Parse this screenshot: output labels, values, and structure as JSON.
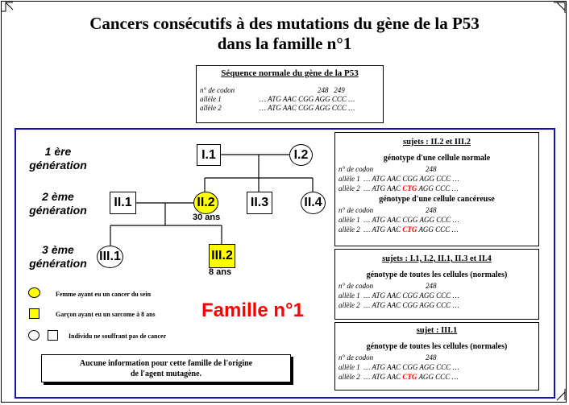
{
  "title": {
    "line1": "Cancers consécutifs à des mutations du gène de la P53",
    "line2": "dans la famille n°1"
  },
  "normal_sequence": {
    "heading": "Séquence normale du gène de la P53",
    "codon_label": "n° de codon",
    "codon_numbers": "248   249",
    "allele1_label": "allèle 1",
    "allele1_seq": "… ATG AAC CGG AGG CCC …",
    "allele2_label": "allèle 2",
    "allele2_seq": "… ATG AAC CGG AGG CCC …"
  },
  "generations": {
    "gen1": "1 ère génération",
    "gen2": "2 ème génération",
    "gen3": "3 ème génération"
  },
  "individuals": {
    "I1": "I.1",
    "I2": "I.2",
    "II1": "II.1",
    "II2": "II.2",
    "II3": "II.3",
    "II4": "II.4",
    "III1": "III.1",
    "III2": "III.2",
    "II2_age": "30 ans",
    "III2_age": "8 ans"
  },
  "legend": {
    "female_cancer": "Femme ayant eu un cancer du sein",
    "boy_sarcoma": "Garçon ayant eu un sarcome à 8 ans",
    "healthy": "Individu ne souffrant pas de cancer"
  },
  "family_label": "Famille n°1",
  "info_box": {
    "line1": "Aucune information pour cette famille de l'origine",
    "line2": "de l'agent mutagène."
  },
  "box_II2_III2": {
    "title": "sujets : II.2 et III.2",
    "normal_heading": "génotype d'une cellule normale",
    "cancer_heading": "génotype d'une cellule cancéreuse",
    "codon_label": "n° de codon",
    "codon_number": "248",
    "allele1_label": "allèle 1",
    "allele2_label": "allèle 2",
    "seq_prefix": "… ATG AAC",
    "seq_normal_codon": "CGG",
    "seq_mutant_codon": "CTG",
    "seq_suffix": "AGG CCC …"
  },
  "box_others": {
    "title": "sujets : I.1, I.2, II.1, II.3 et II.4",
    "heading": "génotype de toutes les cellules (normales)",
    "codon_label": "n° de codon",
    "codon_number": "248",
    "allele1_label": "allèle 1",
    "allele1_seq": "… ATG AAC CGG AGG CCC …",
    "allele2_label": "allèle 2",
    "allele2_seq": "… ATG AAC CGG AGG CCC …"
  },
  "box_III1": {
    "title": "sujet : III.1",
    "heading": "génotype de toutes les cellules (normales)",
    "codon_label": "n° de codon",
    "codon_number": "248",
    "allele1_label": "allèle 1",
    "allele1_seq": "… ATG AAC CGG AGG CCC …",
    "allele2_label": "allèle 2",
    "seq_prefix": "… ATG AAC",
    "seq_mutant_codon": "CTG",
    "seq_suffix": "AGG CCC …"
  },
  "colors": {
    "affected_fill": "#ffff00",
    "frame_blue": "#1414b4",
    "mutation_red": "#ff0000"
  }
}
